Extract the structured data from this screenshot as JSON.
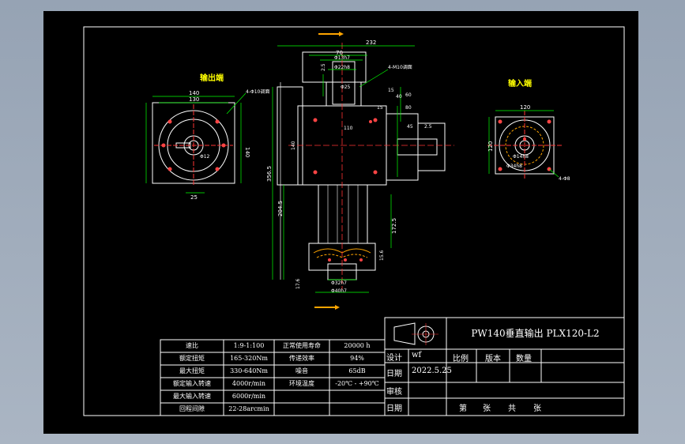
{
  "view_labels": {
    "output_end": "输出端",
    "input_end": "输入端"
  },
  "dimensions": {
    "left": [
      "140",
      "130",
      "4-Φ10调面",
      "140",
      "Φ12",
      "25"
    ],
    "top": [
      "232",
      "70",
      "Φ13h7",
      "Φ22h8",
      "Φ25",
      "2.5",
      "4-M10调面",
      "15",
      "40",
      "60",
      "80",
      "110",
      "140",
      "15",
      "45",
      "2.5"
    ],
    "side": [
      "356.5",
      "204.5",
      "172.5",
      "17.6",
      "15.6"
    ],
    "bottom": [
      "Φ32h7",
      "Φ40h7"
    ],
    "right": [
      "120",
      "120",
      "Φ14h8",
      "Φ34h8",
      "4-Φ8"
    ]
  },
  "title_block": {
    "title": "PW140垂直输出 PLX120-L2",
    "rows": [
      {
        "label": "设计",
        "value": "wf"
      },
      {
        "label": "日期",
        "value": "2022.5.25"
      },
      {
        "label": "审核",
        "value": ""
      },
      {
        "label": "日期",
        "value": ""
      }
    ],
    "headers": [
      "比例",
      "版本",
      "数量"
    ],
    "sheet_info": [
      "第",
      "张",
      "共",
      "张"
    ]
  },
  "spec_table": [
    [
      "速比",
      "1:9-1:100",
      "正常使用寿命",
      "20000 h"
    ],
    [
      "额定扭矩",
      "165-320Nm",
      "传递效率",
      "94%"
    ],
    [
      "最大扭矩",
      "330-640Nm",
      "噪音",
      "65dB"
    ],
    [
      "额定输入转速",
      "4000r/min",
      "环境温度",
      "-20℃ - +90℃"
    ],
    [
      "最大输入转速",
      "6000r/min",
      "",
      ""
    ],
    [
      "回程间隙",
      "22-28arcmin",
      "",
      ""
    ]
  ],
  "colors": {
    "background": "#98a5b6",
    "sheet": "#000000",
    "outline": "#ffffff",
    "dimension": "#00ff00",
    "text_label": "#ffff00",
    "centerline": "#ff3333",
    "hole_mark": "#ff4444",
    "arrow": "#ffa500",
    "dashed": "#cc4444"
  }
}
